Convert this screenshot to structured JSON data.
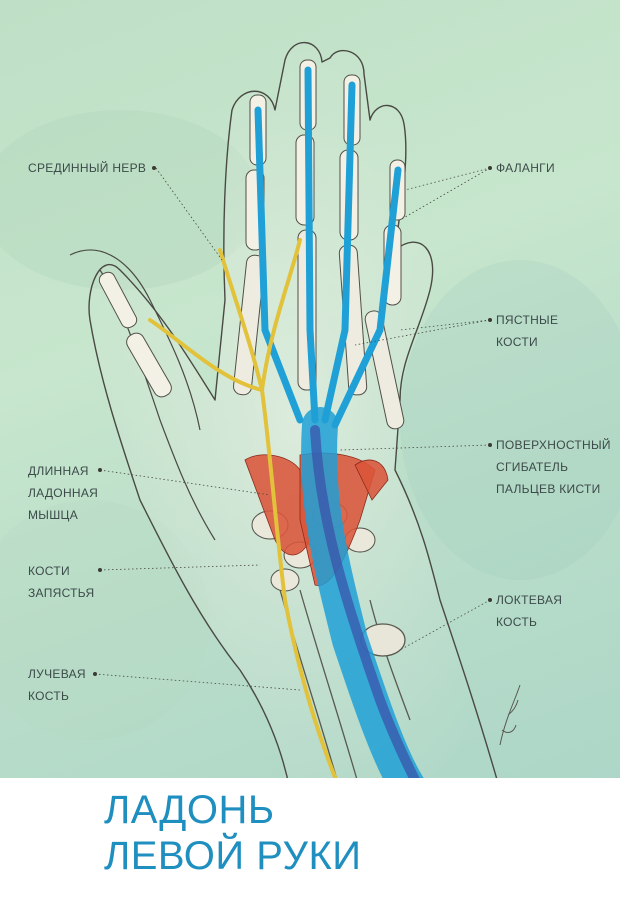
{
  "labels": {
    "median_nerve": "СРЕДИННЫЙ НЕРВ",
    "phalanges": "ФАЛАНГИ",
    "metacarpals": "ПЯСТНЫЕ\nКОСТИ",
    "flexor": "ПОВЕРХНОСТНЫЙ\nСГИБАТЕЛЬ\nПАЛЬЦЕВ КИСТИ",
    "palmaris": "ДЛИННАЯ\nЛАДОННАЯ\nМЫШЦА",
    "carpals": "КОСТИ\nЗАПЯСТЬЯ",
    "ulna": "ЛОКТЕВАЯ\nКОСТЬ",
    "radius": "ЛУЧЕВАЯ\nКОСТЬ"
  },
  "title": {
    "line1": "ЛАДОНЬ",
    "line2": "ЛЕВОЙ РУКИ"
  },
  "colors": {
    "background": "#c3e3ca",
    "tendon_blue": "#1fa0d6",
    "nerve_yellow": "#e2c23a",
    "muscle_red": "#d9553a",
    "title_blue": "#1f8fc0",
    "label_text": "#3c4a4a"
  }
}
